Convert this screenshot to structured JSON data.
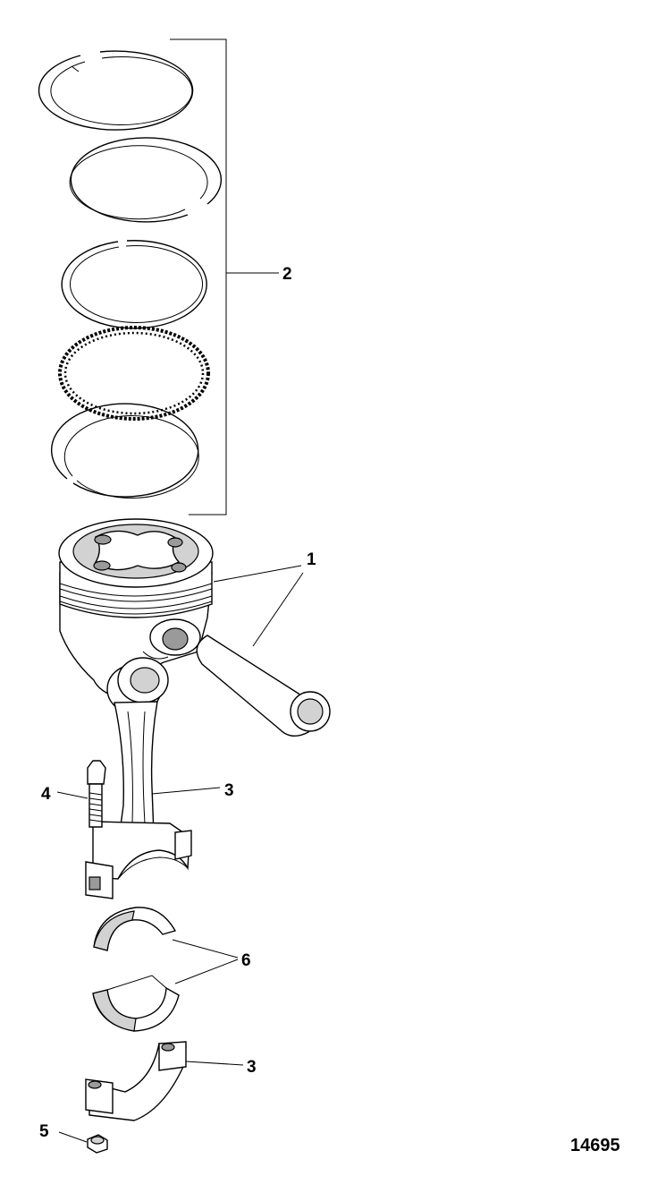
{
  "figure_number": "14695",
  "callouts": {
    "piston_and_pin": "1",
    "piston_rings": "2",
    "connecting_rod": "3",
    "connecting_rod_cap": "3",
    "rod_bolt": "4",
    "rod_nut": "5",
    "bearing_shells": "6"
  }
}
